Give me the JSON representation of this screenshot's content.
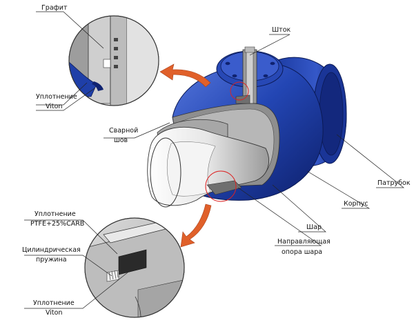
{
  "labels": {
    "graphite": "Графит",
    "stem": "Шток",
    "seal_viton_top_1": "Уплотнение",
    "seal_viton_top_2": "Viton",
    "weld_1": "Сварной",
    "weld_2": "шов",
    "nozzle": "Патрубок",
    "body": "Корпус",
    "ball": "Шар",
    "guide_1": "Направляющая",
    "guide_2": "опора шара",
    "seal_ptfe_1": "Уплотнение",
    "seal_ptfe_2": "PTFE+25%CARB",
    "spring_1": "Цилиндрическая",
    "spring_2": "пружина",
    "seal_viton_bot_1": "Уплотнение",
    "seal_viton_bot_2": "Viton"
  },
  "colors": {
    "body_blue": "#1f3fa8",
    "body_blue_dark": "#0f2270",
    "body_blue_light": "#4f72d8",
    "section_gray": "#8d8d8d",
    "arrow_orange": "#e0602a",
    "detail_gray": "#c7c7c7"
  }
}
